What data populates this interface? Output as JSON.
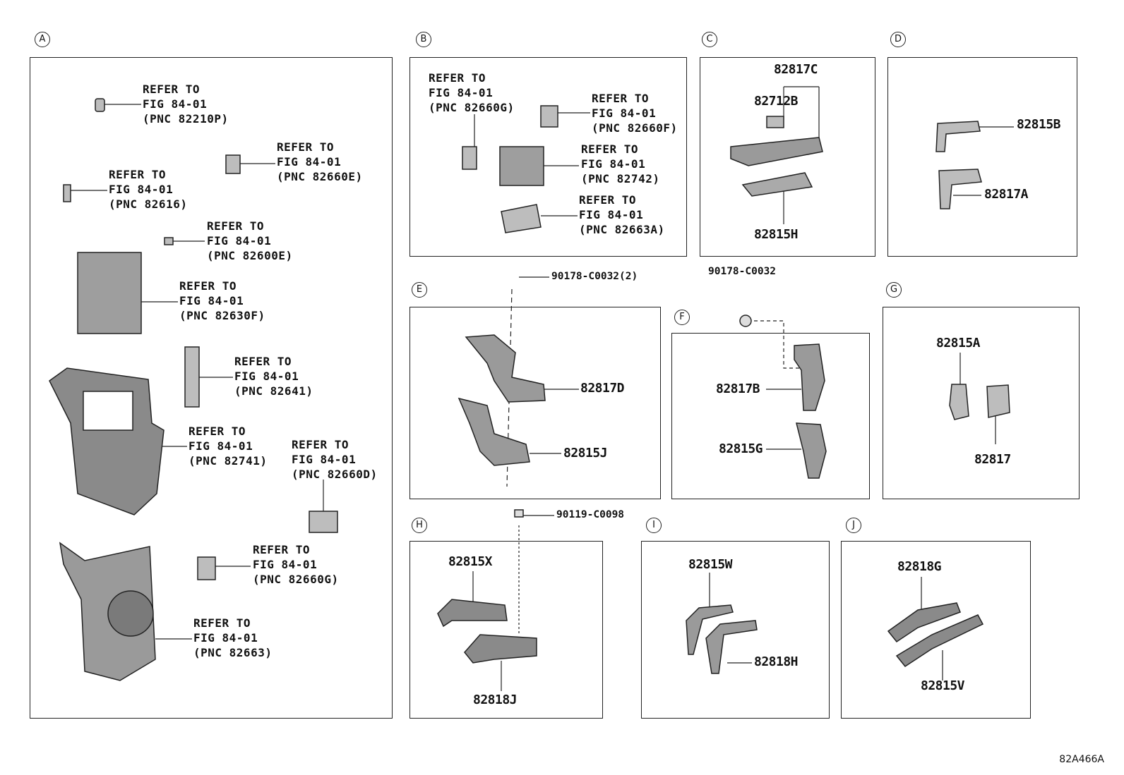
{
  "figure_code": "82A466A",
  "ref_prefix": "REFER TO",
  "ref_fig": "FIG 84-01",
  "sections": {
    "A": {
      "label": "A",
      "refs": [
        "82210P",
        "82660E",
        "82616",
        "82600E",
        "82630F",
        "82641",
        "82741",
        "82660D",
        "82660G",
        "82663"
      ]
    },
    "B": {
      "label": "B",
      "refs": [
        "82660G",
        "82660F",
        "82742",
        "82663A"
      ]
    },
    "C": {
      "label": "C",
      "parts": [
        "82817C",
        "82712B",
        "82815H"
      ]
    },
    "D": {
      "label": "D",
      "parts": [
        "82815B",
        "82817A"
      ]
    },
    "E": {
      "label": "E",
      "parts": [
        "90178-C0032(2)",
        "82817D",
        "82815J"
      ]
    },
    "F": {
      "label": "F",
      "parts": [
        "90178-C0032",
        "82817B",
        "82815G"
      ]
    },
    "G": {
      "label": "G",
      "parts": [
        "82815A",
        "82817"
      ]
    },
    "H": {
      "label": "H",
      "parts": [
        "90119-C0098",
        "82815X",
        "82818J"
      ]
    },
    "I": {
      "label": "I",
      "parts": [
        "82815W",
        "82818H"
      ]
    },
    "J": {
      "label": "J",
      "parts": [
        "82818G",
        "82815V"
      ]
    }
  },
  "refer_lines": {
    "a1": "REFER TO\nFIG 84-01\n(PNC 82210P)",
    "a2": "REFER TO\nFIG 84-01\n(PNC 82660E)",
    "a3": "REFER TO\nFIG 84-01\n(PNC 82616)",
    "a4": "REFER TO\nFIG 84-01\n(PNC 82600E)",
    "a5": "REFER TO\nFIG 84-01\n(PNC 82630F)",
    "a6": "REFER TO\nFIG 84-01\n(PNC 82641)",
    "a7": "REFER TO\nFIG 84-01\n(PNC 82741)",
    "a8": "REFER TO\nFIG 84-01\n(PNC 82660D)",
    "a9": "REFER TO\nFIG 84-01\n(PNC 82660G)",
    "a10": "REFER TO\nFIG 84-01\n(PNC 82663)",
    "b1": "REFER TO\nFIG 84-01\n(PNC 82660G)",
    "b2": "REFER TO\nFIG 84-01\n(PNC 82660F)",
    "b3": "REFER TO\nFIG 84-01\n(PNC 82742)",
    "b4": "REFER TO\nFIG 84-01\n(PNC 82663A)"
  }
}
